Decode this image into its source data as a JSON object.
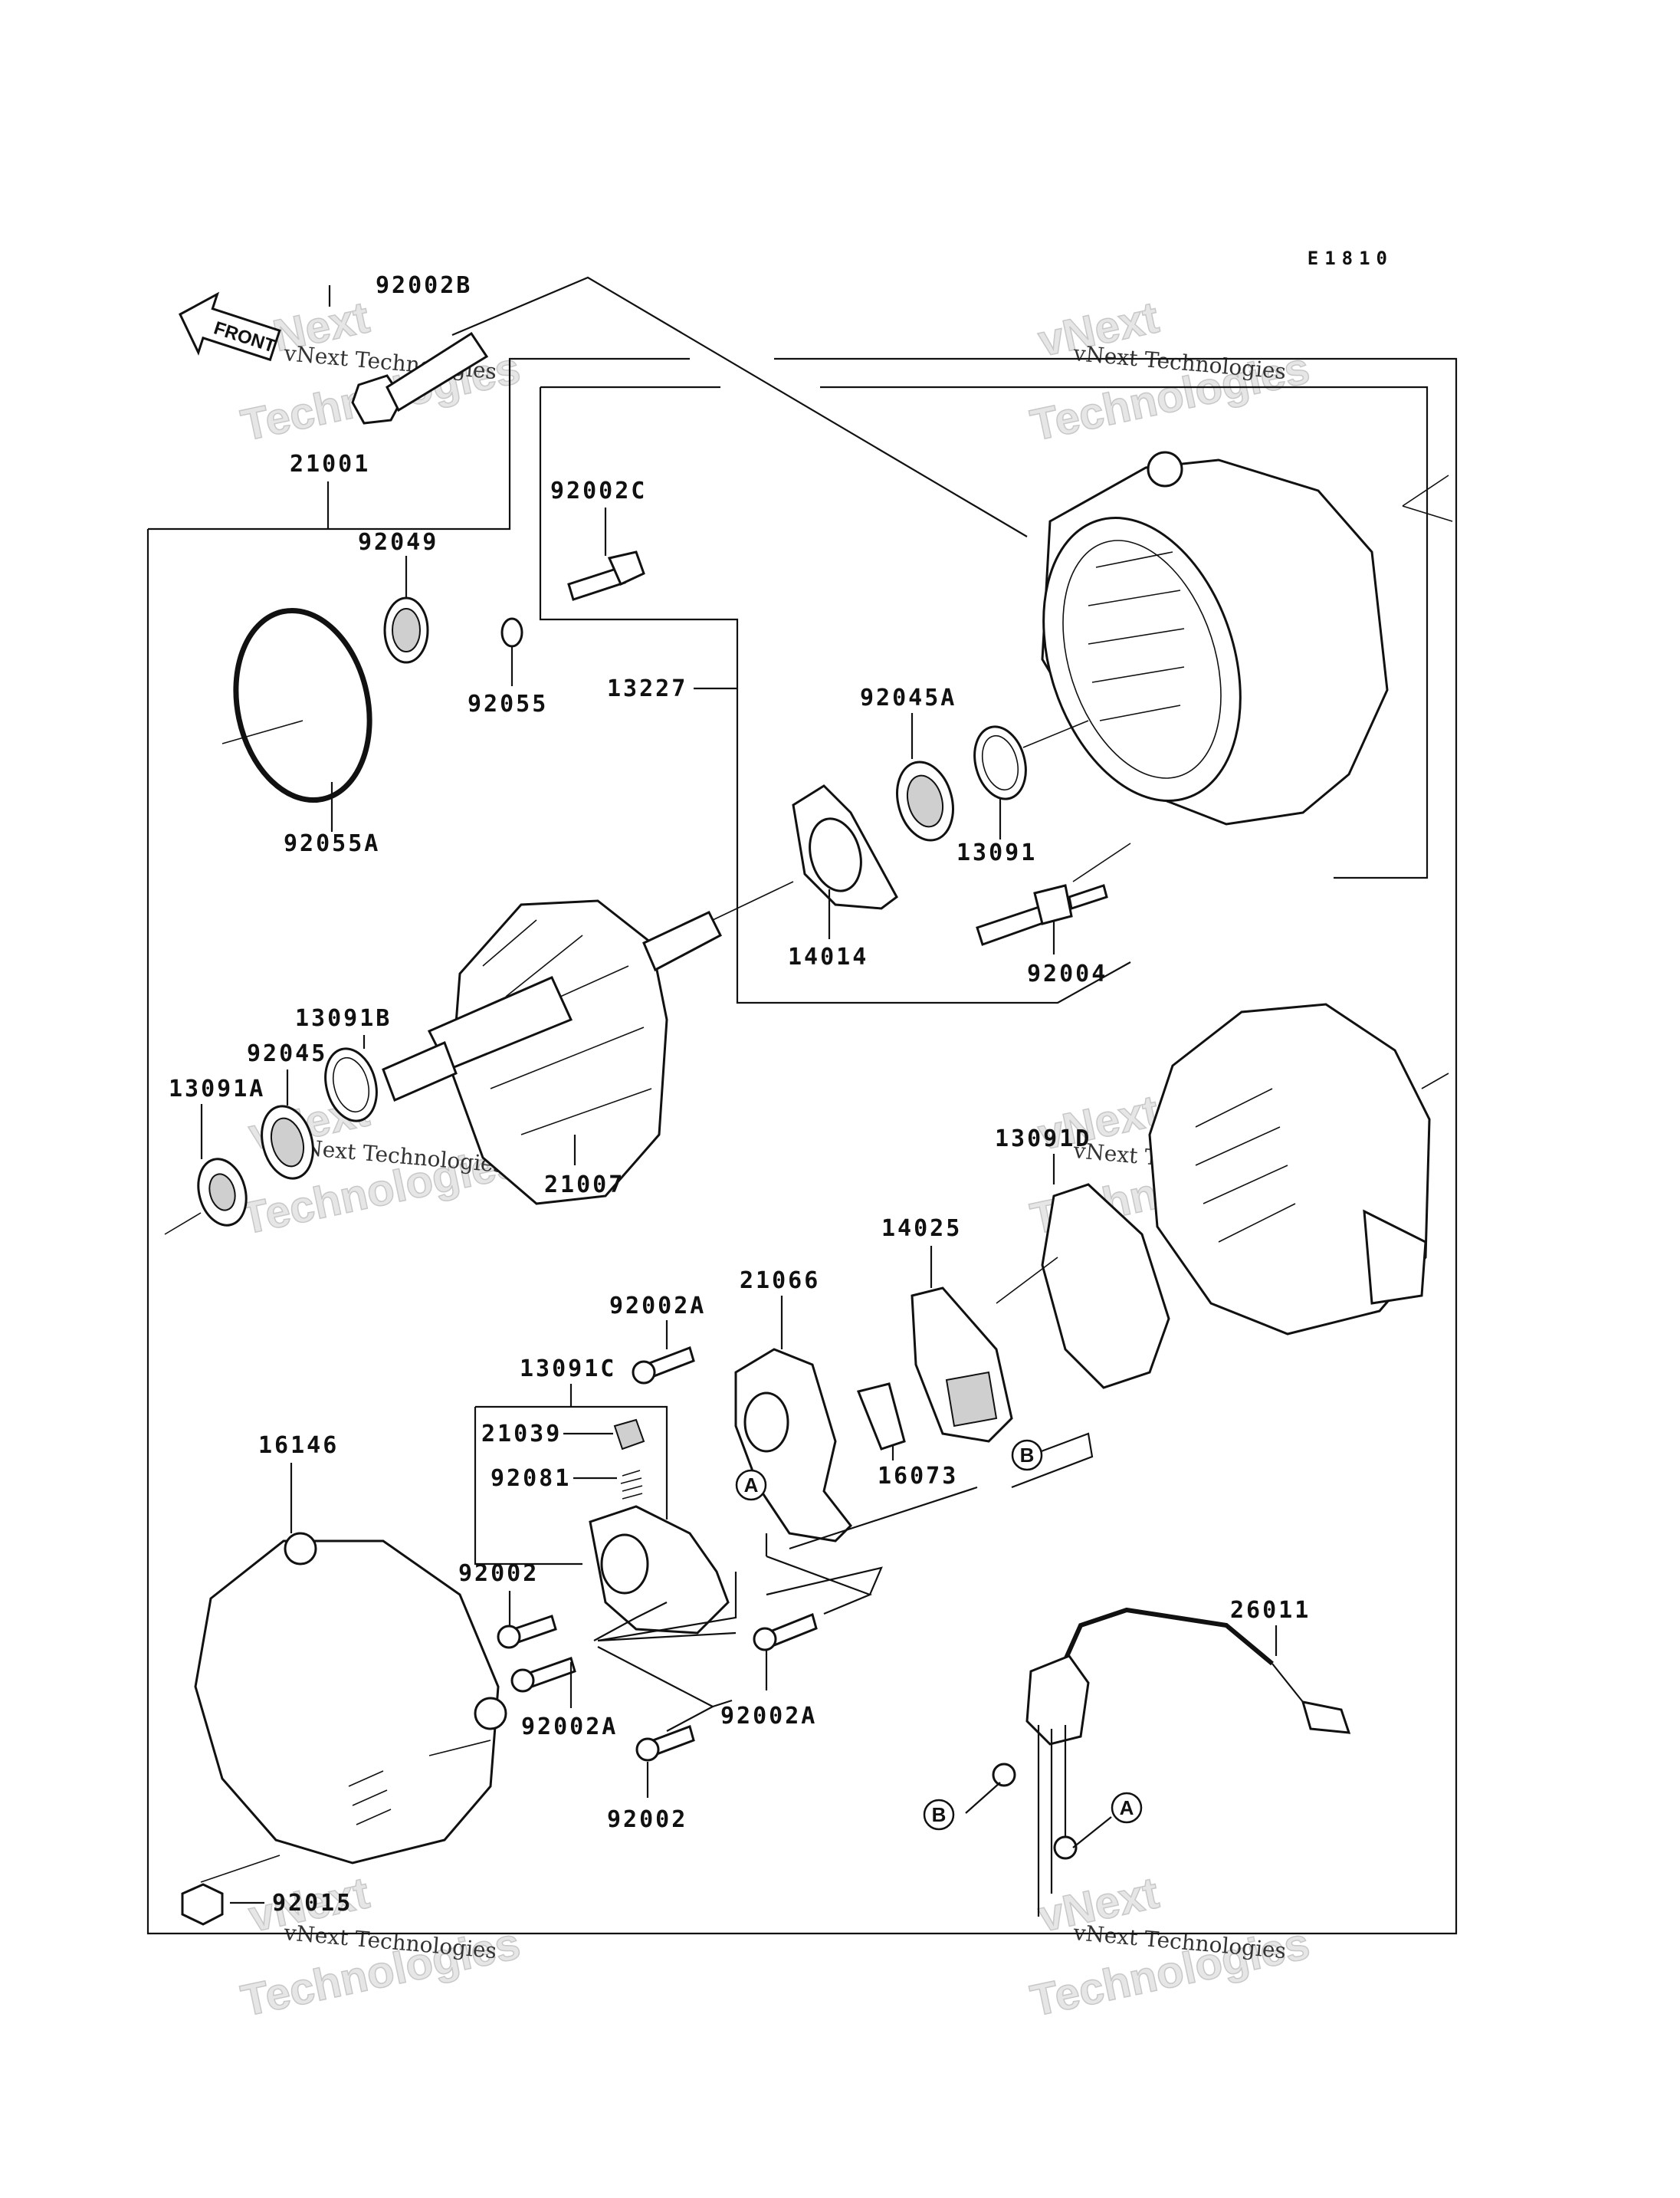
{
  "diagram_code": "E1810",
  "front_arrow_label": "FRONT",
  "watermark": {
    "small": "vNext Technologies",
    "big_line1": "vNext",
    "big_line2": "Technologies"
  },
  "part_labels": {
    "p92002B": "92002B",
    "p21001": "21001",
    "p92049": "92049",
    "p92055": "92055",
    "p92055A": "92055A",
    "p92002C": "92002C",
    "p13227": "13227",
    "p92045A": "92045A",
    "p13091": "13091",
    "p14014": "14014",
    "p92004": "92004",
    "p13091B": "13091B",
    "p92045": "92045",
    "p13091A": "13091A",
    "p21007": "21007",
    "p13091D": "13091D",
    "p14025": "14025",
    "p21066": "21066",
    "p92002A_top": "92002A",
    "p13091C": "13091C",
    "p21039": "21039",
    "p92081": "92081",
    "p16073": "16073",
    "p16146": "16146",
    "p92002_left": "92002",
    "p92002A_left": "92002A",
    "p92002A_right": "92002A",
    "p92002_bottom": "92002",
    "p92015": "92015",
    "p26011": "26011"
  },
  "connector_markers": {
    "a": "A",
    "b": "B"
  }
}
